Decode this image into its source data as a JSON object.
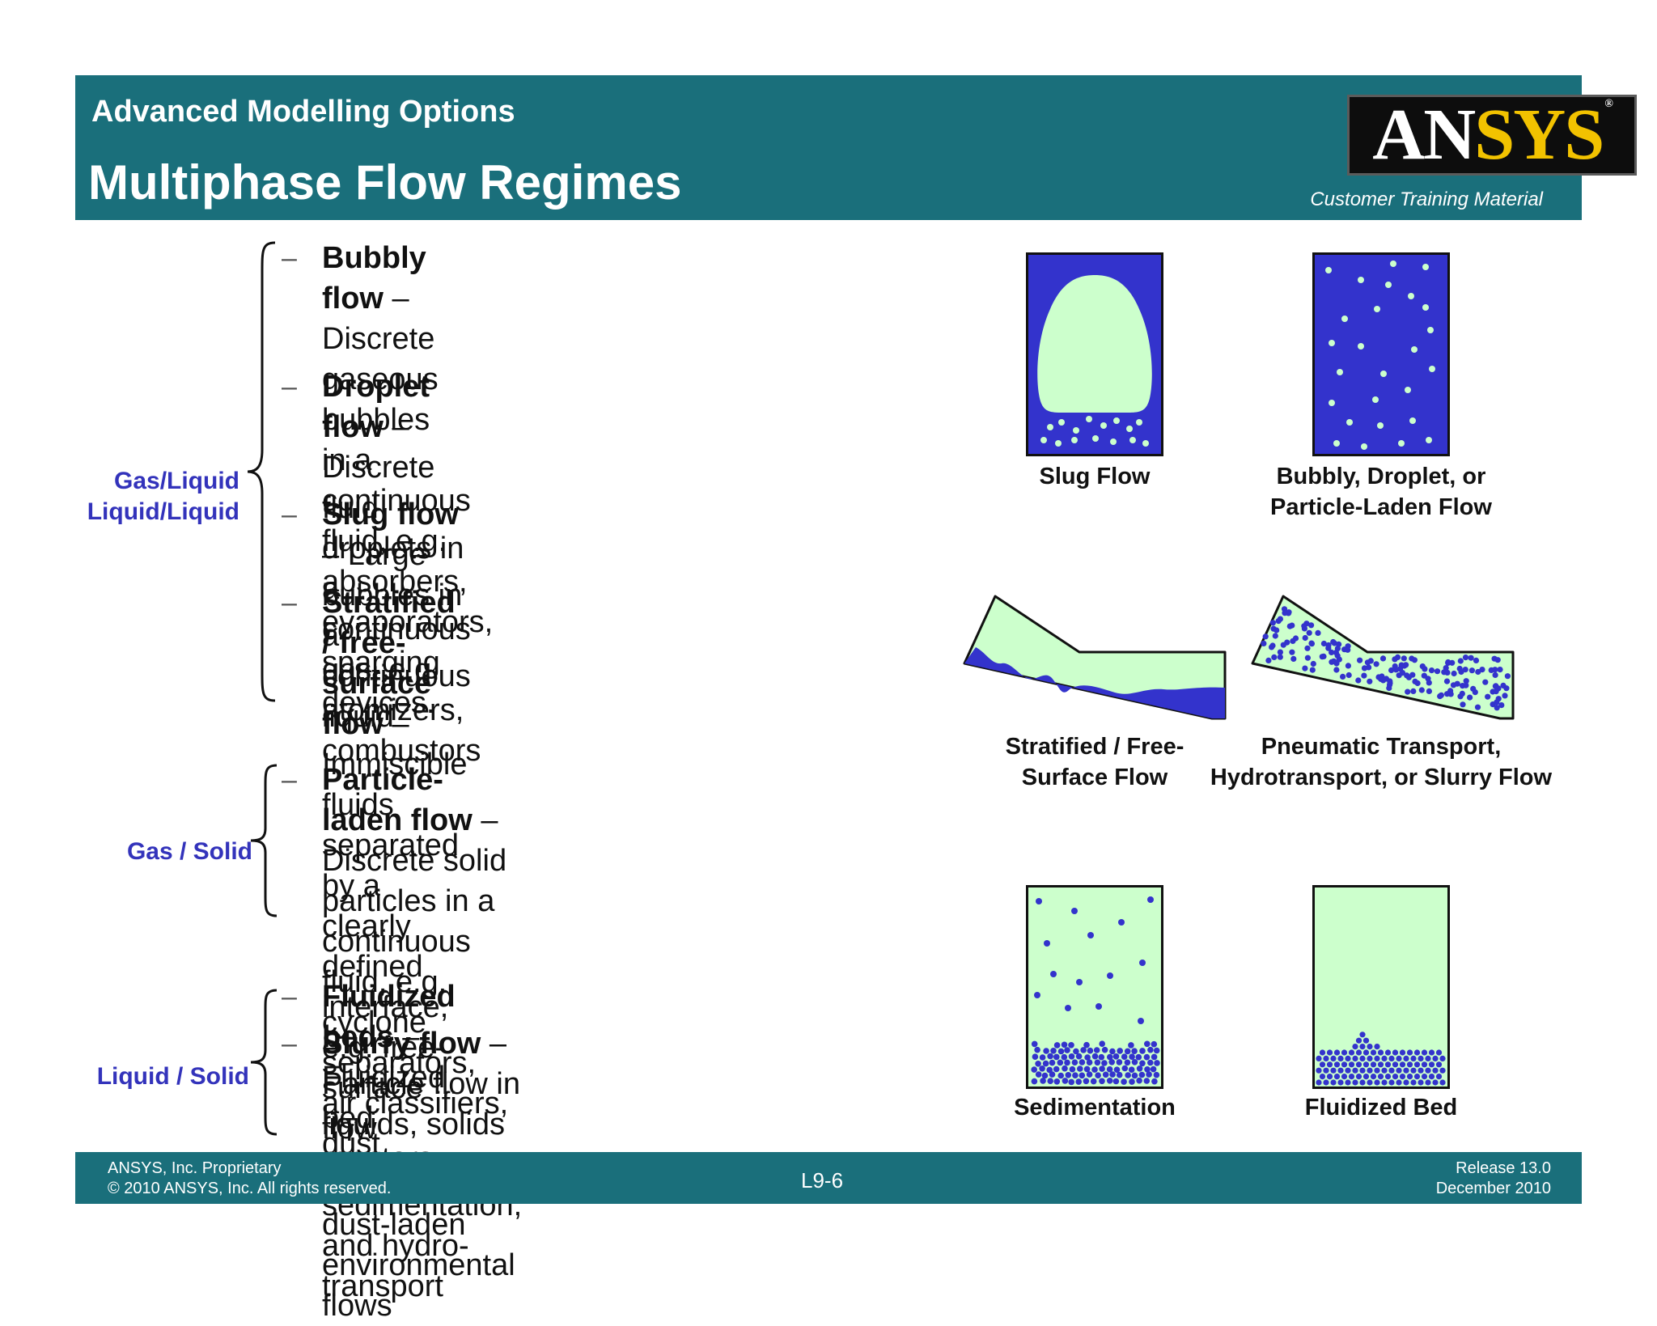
{
  "header": {
    "subtitle": "Advanced Modelling Options",
    "title": "Multiphase Flow Regimes",
    "logo_an": "AN",
    "logo_sys": "SYS",
    "logo_reg": "®",
    "training": "Customer Training Material"
  },
  "groups": {
    "gas_liquid": "Gas/Liquid\nLiquid/Liquid",
    "gas_solid": "Gas / Solid",
    "liquid_solid": "Liquid / Solid"
  },
  "bullets": [
    {
      "term": "Bubbly flow",
      "text": " – Discrete gaseous bubbles\nin a continuous fluid, e.g. absorbers,\nevaporators, sparging devices."
    },
    {
      "term": "Droplet flow",
      "text": " – Discrete fluid droplets in a\ncontinuous gas, e.g. atomizers,\ncombustors"
    },
    {
      "term": "Slug flow",
      "text": " – Large bubbles in a continuous\nliquid"
    },
    {
      "term": "Stratified / free-surface flow",
      "text": " –\nImmiscible fluids separated by a clearly\ndefined interface, e.g. free-surface flow"
    },
    {
      "term": "Particle-laden flow",
      "text": " – Discrete solid\nparticles in a continuous fluid, e.g. cyclone\nseparators, air classifiers, dust collectors,\ndust-laden environmental flows"
    },
    {
      "term": "Fluidized beds",
      "text": " – Fluidized bed reactors"
    },
    {
      "term": "Slurry flow",
      "text": " – Particle flow in liquids, solids\nsuspension, sedimentation, and hydro-\ntransport"
    }
  ],
  "bullet_dash": "–",
  "figures": {
    "slug": "Slug Flow",
    "bubbly": "Bubbly, Droplet, or\nParticle-Laden Flow",
    "stratified": "Stratified / Free-\nSurface Flow",
    "pneumatic": "Pneumatic Transport,\nHydrotransport, or Slurry Flow",
    "sedimentation": "Sedimentation",
    "fluidized": "Fluidized Bed"
  },
  "colors": {
    "teal": "#1a6f7b",
    "liquid_blue": "#3333cc",
    "light_green": "#ccffcc",
    "label_blue": "#3333bb"
  },
  "footer": {
    "line1": "ANSYS, Inc. Proprietary",
    "line2": "© 2010 ANSYS, Inc.  All rights reserved.",
    "page": "L9-6",
    "release": "Release 13.0",
    "date": "December 2010"
  }
}
